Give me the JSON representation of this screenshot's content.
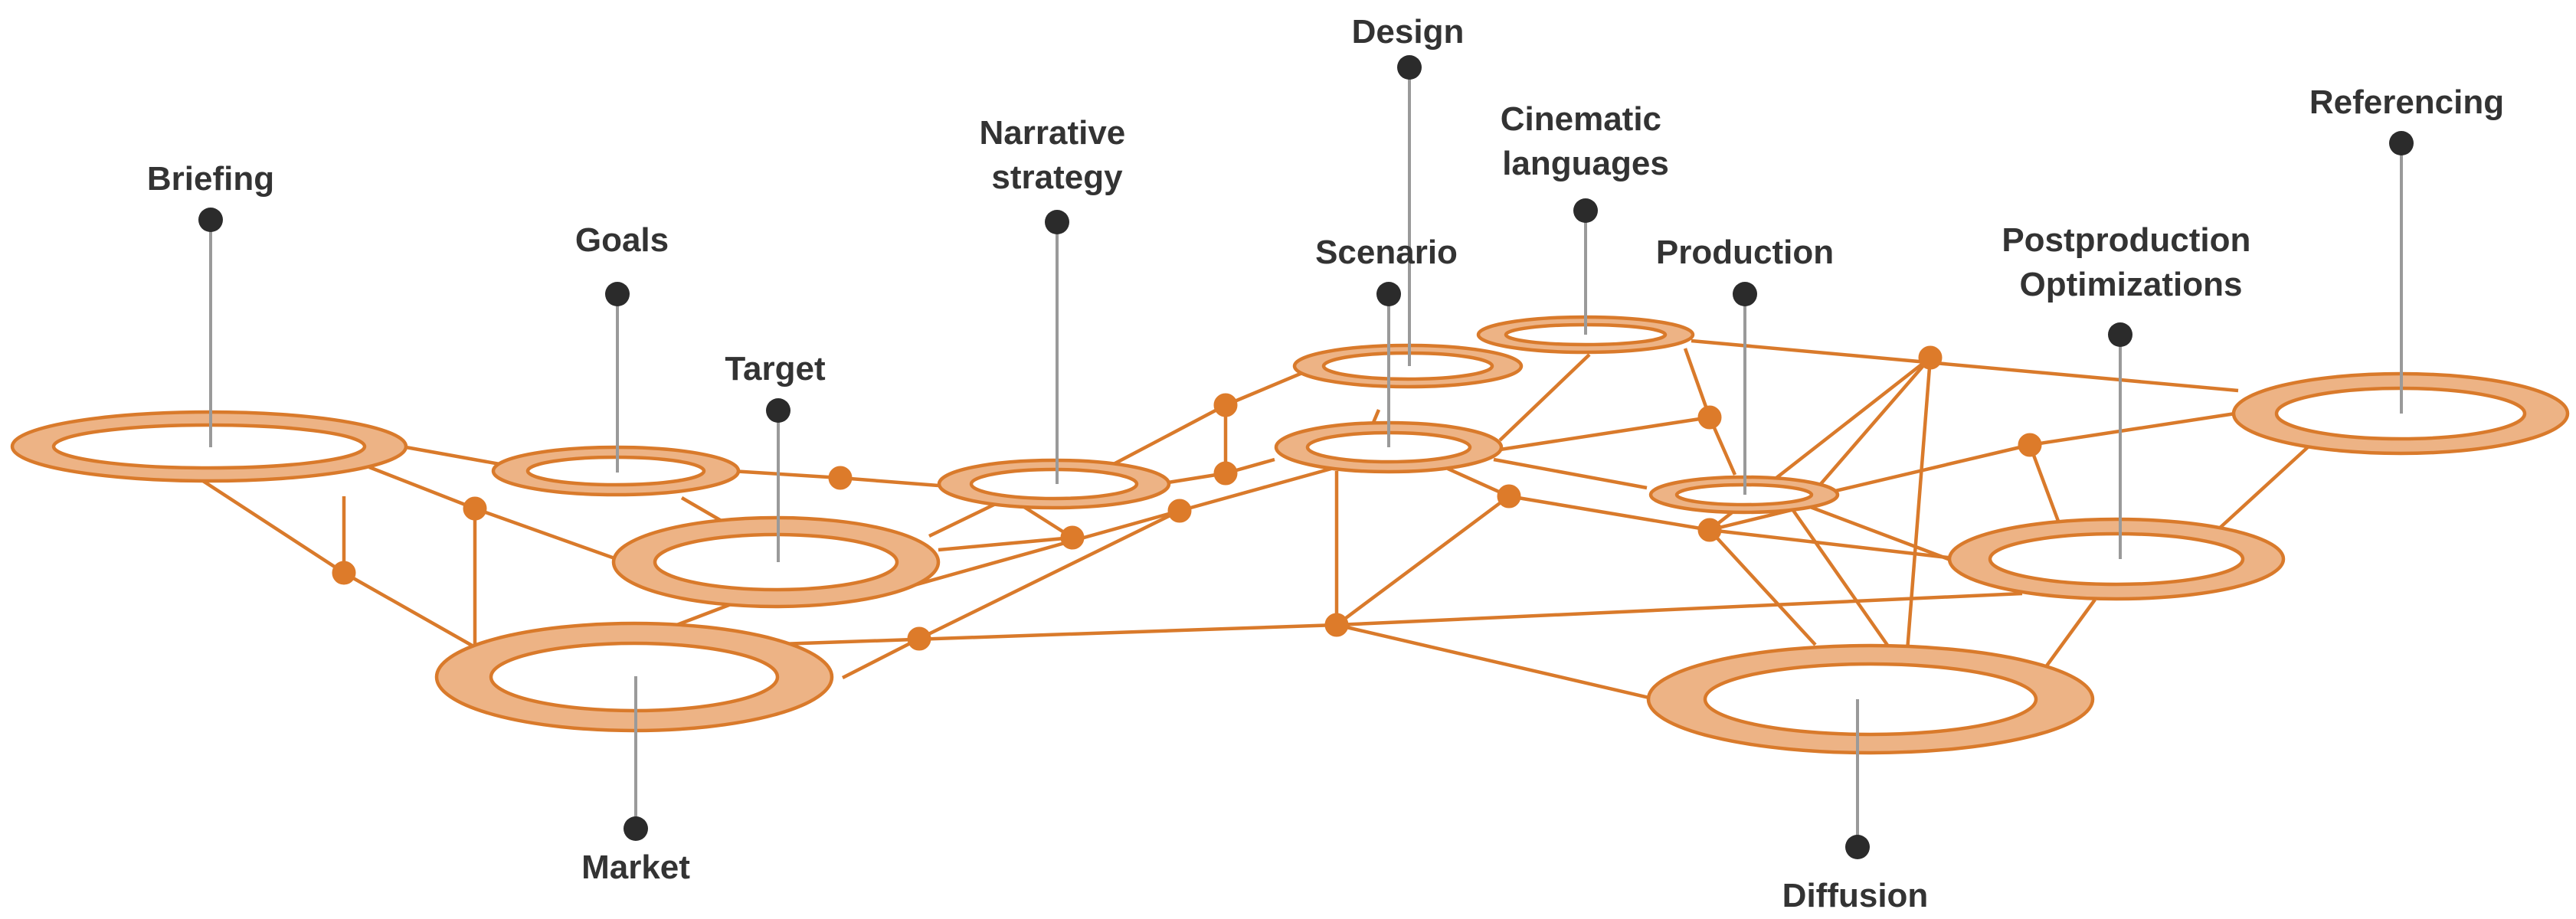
{
  "colors": {
    "ring_fill": "#edb385",
    "ring_stroke": "#d97a2b",
    "edge": "#d97a2b",
    "junction": "#dd7b2a",
    "pin_line": "#9a9a9a",
    "pin_dot": "#2b2b2b",
    "label": "#333333",
    "background": "#ffffff"
  },
  "nodes": {
    "briefing": {
      "label_lines": [
        "Briefing"
      ]
    },
    "goals": {
      "label_lines": [
        "Goals"
      ]
    },
    "target": {
      "label_lines": [
        "Target"
      ]
    },
    "market": {
      "label_lines": [
        "Market"
      ]
    },
    "narrative_strategy": {
      "label_lines": [
        "Narrative",
        "strategy"
      ]
    },
    "design": {
      "label_lines": [
        "Design"
      ]
    },
    "scenario": {
      "label_lines": [
        "Scenario"
      ]
    },
    "cinematic_languages": {
      "label_lines": [
        "Cinematic",
        "languages"
      ]
    },
    "production": {
      "label_lines": [
        "Production"
      ]
    },
    "postproduction_optimizations": {
      "label_lines": [
        "Postproduction",
        "Optimizations"
      ]
    },
    "referencing": {
      "label_lines": [
        "Referencing"
      ]
    },
    "diffusion": {
      "label_lines": [
        "Diffusion"
      ]
    }
  }
}
